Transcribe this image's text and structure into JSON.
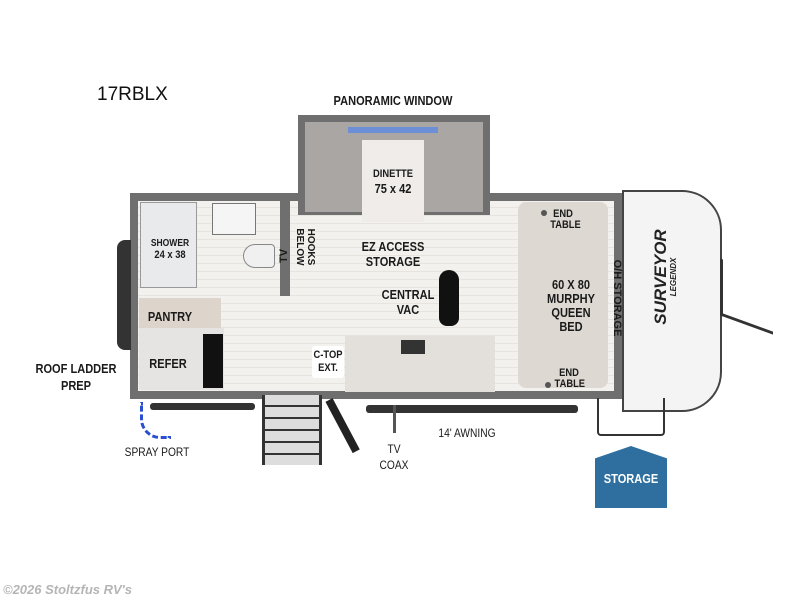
{
  "model": "17RBLX",
  "labels": {
    "panoramic_window": "PANORAMIC WINDOW",
    "dinette": "DINETTE",
    "dinette_size": "75 x 42",
    "shower": "SHOWER",
    "shower_size": "24 x 38",
    "tv": "TV",
    "hooks_below": "HOOKS BELOW",
    "ez_access_storage": "EZ ACCESS STORAGE",
    "central_vac": "CENTRAL VAC",
    "end_table_top": "END TABLE",
    "bed": "60 X 80 MURPHY QUEEN BED",
    "oh_storage": "O/H STORAGE",
    "pantry": "PANTRY",
    "refer": "REFER",
    "ctop_ext": "C-TOP EXT.",
    "end_table_bottom": "END TABLE",
    "roof_ladder_prep": "ROOF LADDER PREP",
    "spray_port": "SPRAY PORT",
    "tv_coax": "TV COAX",
    "awning": "14' AWNING",
    "storage": "STORAGE"
  },
  "logo": {
    "brand": "SURVEYOR",
    "sub": "LEGENDX"
  },
  "watermark": "©2026 Stoltzfus RV's",
  "colors": {
    "storage_badge": "#2f6f9f",
    "hose": "#2a4fd0",
    "wall": "#6f6f6f"
  }
}
